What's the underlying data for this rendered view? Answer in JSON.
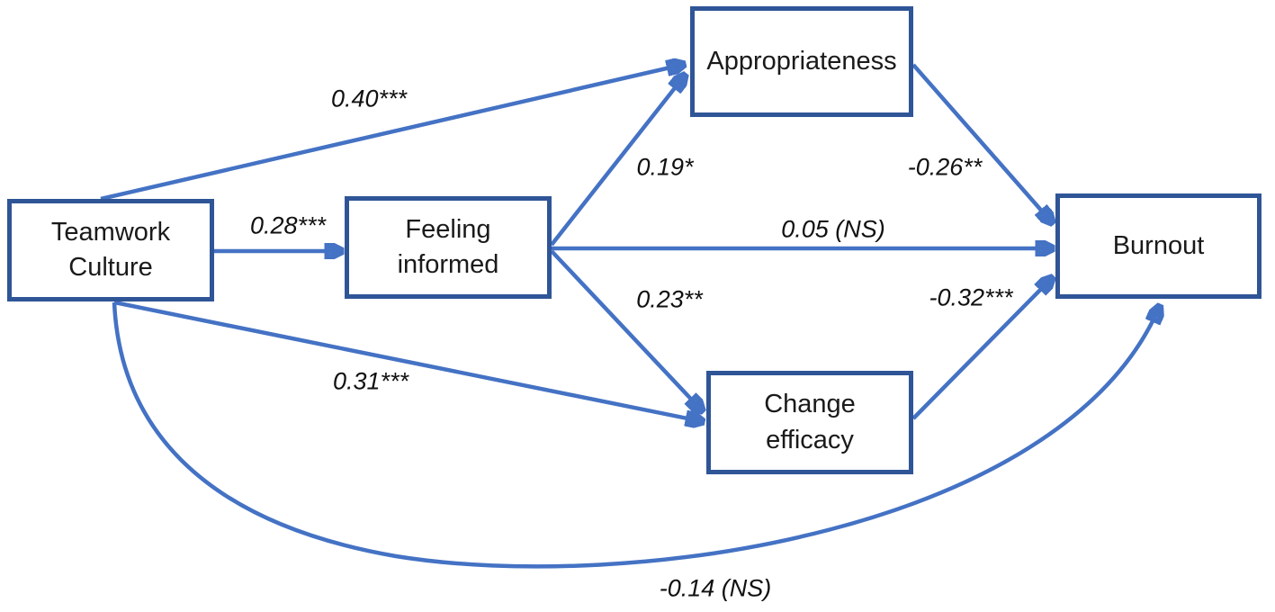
{
  "figure": {
    "type": "path-diagram",
    "background_color": "#ffffff",
    "arrow_color": "#4472C4",
    "box_border_color": "#2F5597",
    "label_text_color": "#111111"
  },
  "nodes": {
    "teamwork_culture": {
      "label": "Teamwork\nCulture"
    },
    "feeling_informed": {
      "label": "Feeling\ninformed"
    },
    "appropriateness": {
      "label": "Appropriateness"
    },
    "change_efficacy": {
      "label": "Change\nefficacy"
    },
    "burnout": {
      "label": "Burnout"
    }
  },
  "edges": {
    "tc_appropriateness": {
      "from": "Teamwork Culture",
      "to": "Appropriateness",
      "label": "0.40***"
    },
    "tc_feeling_informed": {
      "from": "Teamwork Culture",
      "to": "Feeling informed",
      "label": "0.28***"
    },
    "tc_change_efficacy": {
      "from": "Teamwork Culture",
      "to": "Change efficacy",
      "label": "0.31***"
    },
    "tc_burnout": {
      "from": "Teamwork Culture",
      "to": "Burnout",
      "label": "-0.14 (NS)"
    },
    "fi_appropriateness": {
      "from": "Feeling informed",
      "to": "Appropriateness",
      "label": "0.19*"
    },
    "fi_burnout": {
      "from": "Feeling informed",
      "to": "Burnout",
      "label": "0.05 (NS)"
    },
    "fi_change_efficacy": {
      "from": "Feeling informed",
      "to": "Change efficacy",
      "label": "0.23**"
    },
    "appropriateness_burnout": {
      "from": "Appropriateness",
      "to": "Burnout",
      "label": "-0.26**"
    },
    "change_efficacy_burnout": {
      "from": "Change efficacy",
      "to": "Burnout",
      "label": "-0.32***"
    }
  }
}
